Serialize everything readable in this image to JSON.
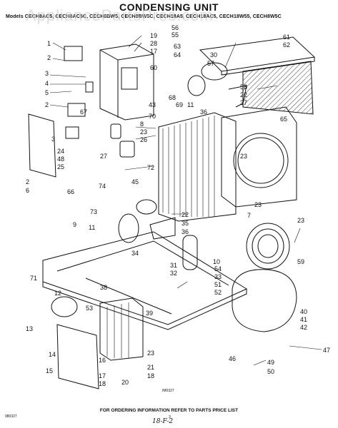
{
  "title": "CONDENSING UNIT",
  "models_line": "Models CECH8AC5, CECH8AC5C, CECH8BW5, CECH8BW5C, CECH18A5, CECH18AC5, CECH18W55, CECH8W5C",
  "watermark": "AppliancePartsPros.com",
  "ordering_note": "FOR ORDERING INFORMATION REFER TO PARTS PRICE LIST",
  "drawing_code_left": "980327",
  "drawing_code_center": "IM0327",
  "page_number": "3",
  "handwritten_note": "18-F-2",
  "callouts": {
    "c1": "1",
    "c2": "2",
    "c3": "3",
    "c4": "4",
    "c5": "5",
    "c2b": "2",
    "c6": "6",
    "c2c": "2",
    "c3b": "3",
    "c24": "24",
    "c48": "48",
    "c25": "25",
    "c19": "19",
    "c28": "28",
    "c17": "17",
    "c60": "60",
    "c67": "67",
    "c43": "43",
    "c70": "70",
    "c8": "8",
    "c23": "23",
    "c26": "26",
    "c27": "27",
    "c72": "72",
    "c56": "56",
    "c55": "55",
    "c63": "63",
    "c64": "64",
    "c11": "11",
    "c69": "69",
    "c68": "68",
    "c30": "30",
    "c57": "57",
    "c58": "58",
    "c22": "22",
    "c36": "36",
    "c37": "37",
    "c61": "61",
    "c62": "62",
    "c65": "65",
    "c23b": "23",
    "c66": "66",
    "c74": "74",
    "c73": "73",
    "c45": "45",
    "c22b": "22",
    "c35": "35",
    "c36b": "36",
    "c7": "7",
    "c23c": "23",
    "c9": "9",
    "c11b": "11",
    "c34": "34",
    "c10": "10",
    "c31": "31",
    "c32": "32",
    "c54": "54",
    "c33": "33",
    "c51": "51",
    "c52": "52",
    "c23d": "23",
    "c59": "59",
    "c71": "71",
    "c12": "12",
    "c38": "38",
    "c53": "53",
    "c39": "39",
    "c13": "13",
    "c14": "14",
    "c15": "15",
    "c16": "16",
    "c17b": "17",
    "c18": "18",
    "c20": "20",
    "c18b": "18",
    "c21": "21",
    "c23e": "23",
    "c40": "40",
    "c41": "41",
    "c42": "42",
    "c46": "46",
    "c47": "47",
    "c49": "49",
    "c50": "50"
  },
  "colors": {
    "ink": "#111111",
    "paper": "#ffffff",
    "watermark": "#c8c8c8"
  }
}
